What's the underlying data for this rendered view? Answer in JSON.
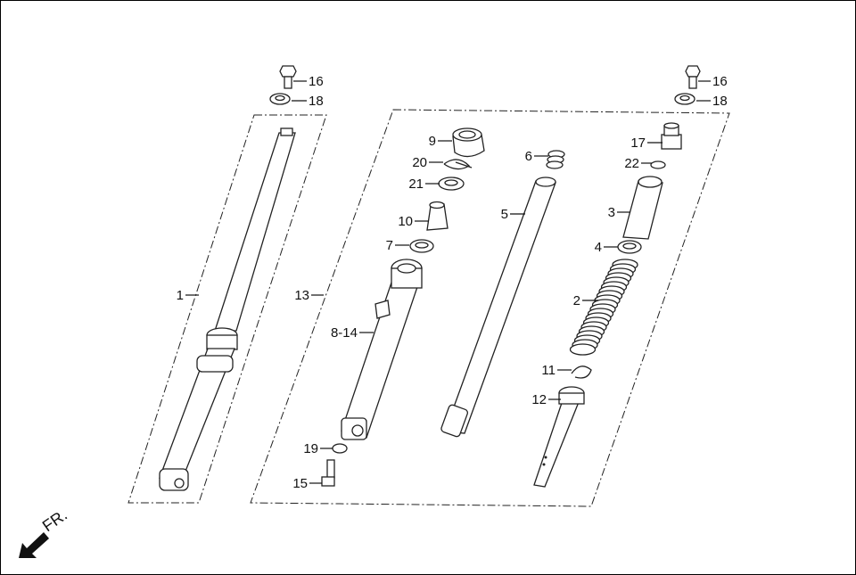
{
  "direction_label": "FR.",
  "callouts": {
    "c16a": "16",
    "c18a": "18",
    "c1": "1",
    "c13": "13",
    "c9": "9",
    "c20": "20",
    "c21": "21",
    "c10": "10",
    "c7": "7",
    "c8_14": "8-14",
    "c19": "19",
    "c15": "15",
    "c6": "6",
    "c5": "5",
    "c16b": "16",
    "c18b": "18",
    "c17": "17",
    "c22": "22",
    "c3": "3",
    "c4": "4",
    "c2": "2",
    "c11": "11",
    "c12": "12"
  }
}
